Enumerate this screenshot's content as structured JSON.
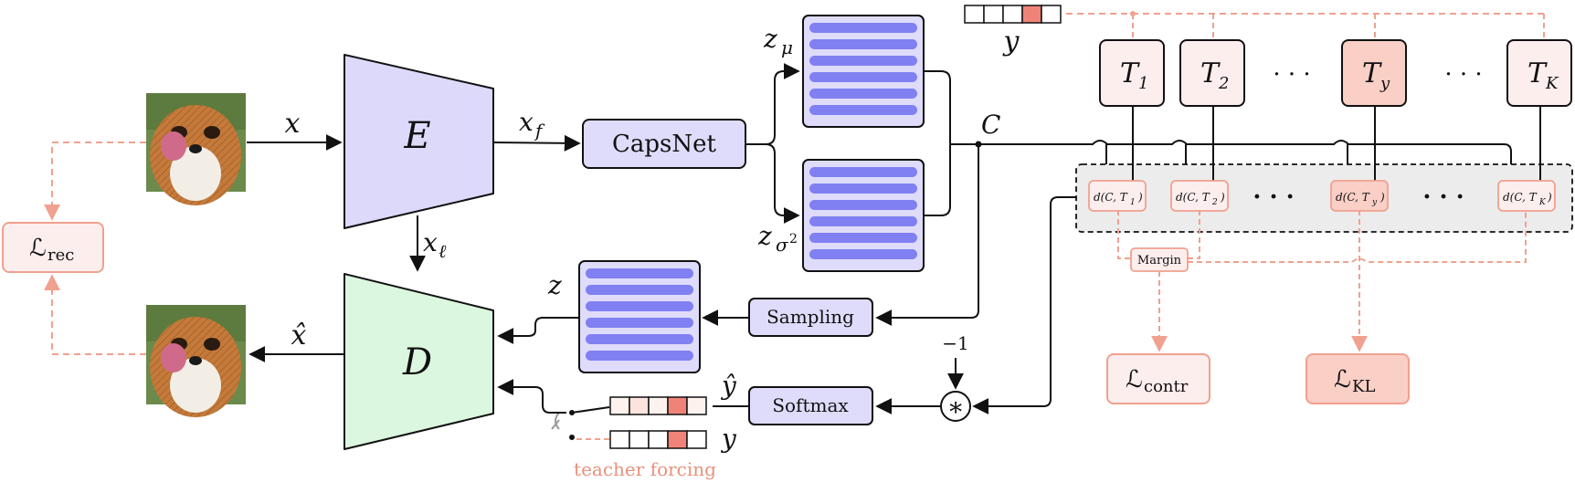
{
  "colors": {
    "encoder_fill": "#dcd9fb",
    "decoder_fill": "#dcf7df",
    "bar_fill": "#8080f2",
    "latent_fill": "#dedcfa",
    "pink_line": "#f0a18f",
    "pink_box_fill": "#fdeeee",
    "pink_box_strong": "#f9cfc6",
    "highlight_cell": "#f08378",
    "loss_kl_fill": "#f9cfc6",
    "group_fill": "#ececec"
  },
  "labels": {
    "encoder": "E",
    "decoder": "D",
    "input": "x",
    "features": "x",
    "features_sub": "f",
    "latent_l": "x",
    "latent_l_sub": "ℓ",
    "recon": "x̂",
    "capsnet": "CapsNet",
    "mu": "z",
    "mu_sub": "μ",
    "sigma": "z",
    "sigma_sub": "σ",
    "sigma_sup": "2",
    "z": "z",
    "C": "C",
    "sampling": "Sampling",
    "softmax": "Softmax",
    "yhat": "ŷ",
    "y": "y",
    "y_top": "y",
    "minus_one": "−1",
    "star": "∗",
    "teacher_forcing": "teacher forcing",
    "margin": "Margin",
    "dots": "· · ·"
  },
  "templates": [
    {
      "main": "T",
      "sub": "1"
    },
    {
      "main": "T",
      "sub": "2"
    },
    {
      "main": "T",
      "sub": "y"
    },
    {
      "main": "T",
      "sub": "K"
    }
  ],
  "distances": [
    {
      "text": "d(C, T",
      "sub": "1",
      "close": ")"
    },
    {
      "text": "d(C, T",
      "sub": "2",
      "close": ")"
    },
    {
      "text": "d(C, T",
      "sub": "y",
      "close": ")"
    },
    {
      "text": "d(C, T",
      "sub": "K",
      "close": ")"
    }
  ],
  "losses": {
    "rec": {
      "main": "ℒ",
      "sub": "rec"
    },
    "contr": {
      "main": "ℒ",
      "sub": "contr"
    },
    "kl": {
      "main": "ℒ",
      "sub": "KL"
    }
  }
}
